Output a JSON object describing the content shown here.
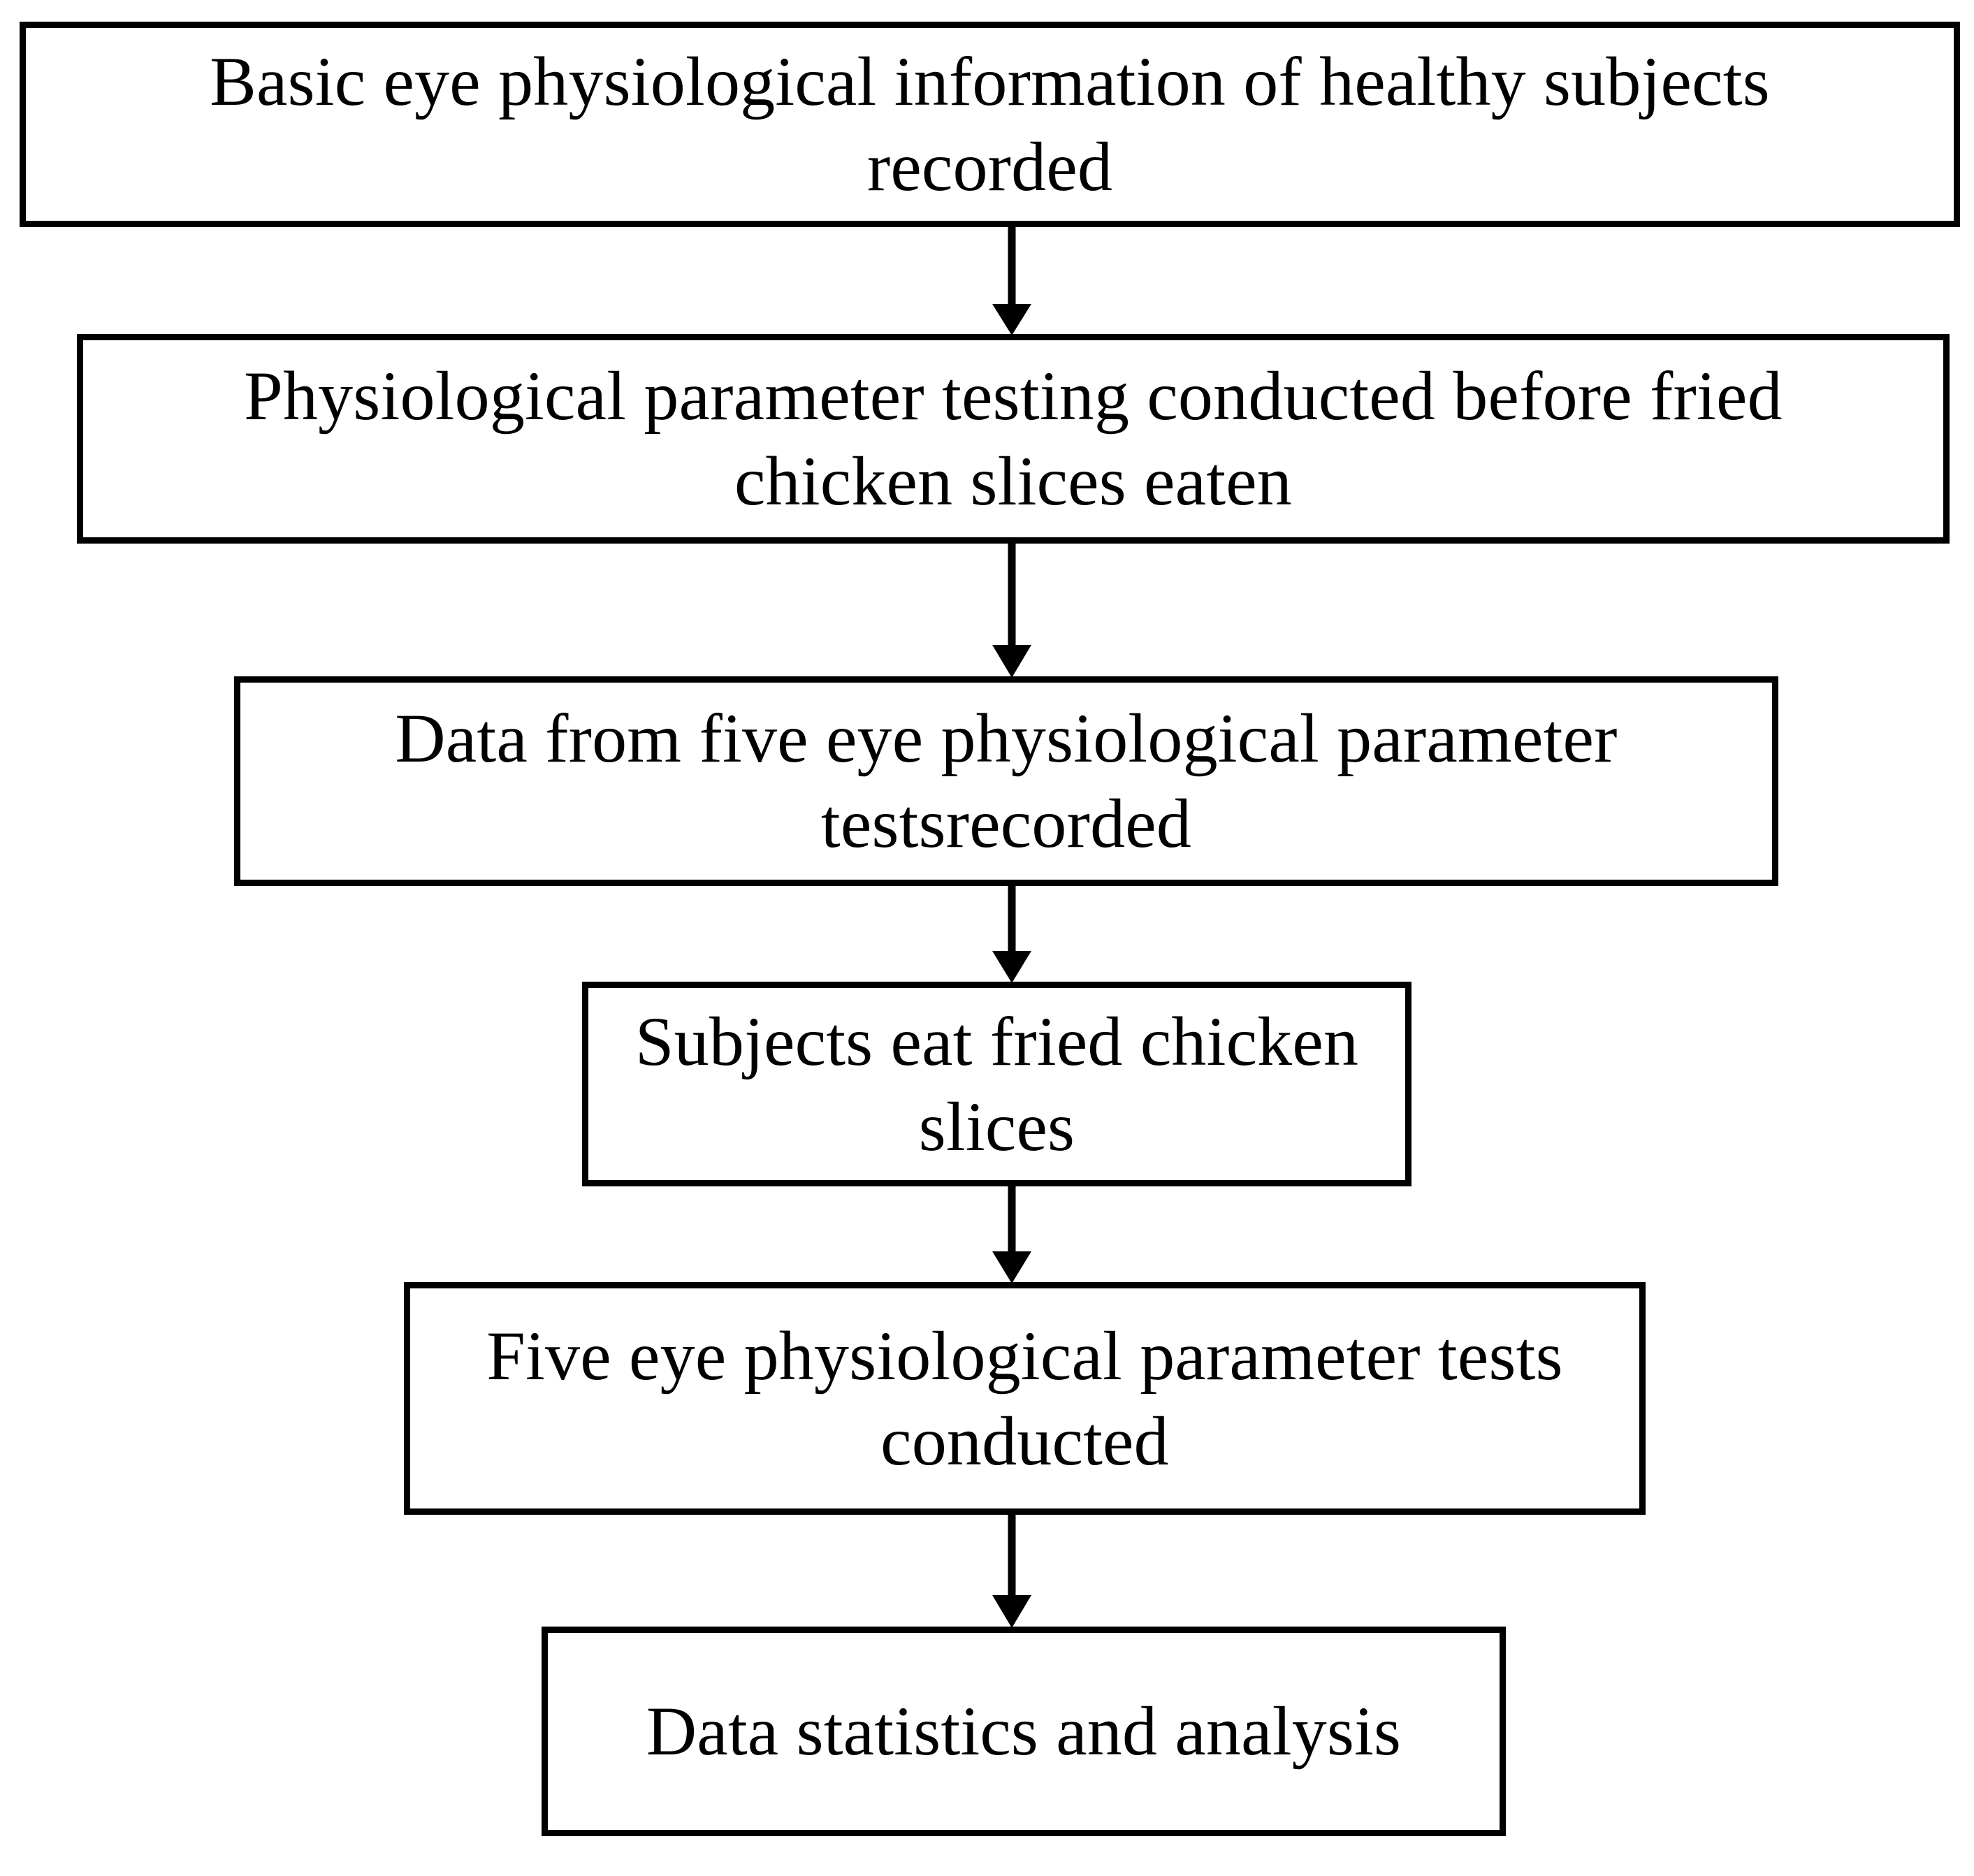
{
  "diagram": {
    "type": "flowchart",
    "orientation": "top-to-bottom",
    "background_color": "#ffffff",
    "line_color": "#000000",
    "text_color": "#000000",
    "nodes": [
      {
        "id": "node-1",
        "label": "Basic eye physiological information of healthy subjects recorded",
        "shape": "rectangle"
      },
      {
        "id": "node-2",
        "label": "Physiological parameter testing conducted before fried\nchicken slices eaten",
        "shape": "rectangle"
      },
      {
        "id": "node-3",
        "label": "Data from five eye physiological parameter\ntestsrecorded",
        "shape": "rectangle"
      },
      {
        "id": "node-4",
        "label": "Subjects eat fried chicken\nslices",
        "shape": "rectangle"
      },
      {
        "id": "node-5",
        "label": "Five eye physiological parameter tests\nconducted",
        "shape": "rectangle"
      },
      {
        "id": "node-6",
        "label": "Data statistics and analysis",
        "shape": "rectangle"
      }
    ],
    "edges": [
      {
        "id": "edge-1-2",
        "from": "node-1",
        "to": "node-2",
        "arrowhead": "solid-triangle"
      },
      {
        "id": "edge-2-3",
        "from": "node-2",
        "to": "node-3",
        "arrowhead": "solid-triangle"
      },
      {
        "id": "edge-3-4",
        "from": "node-3",
        "to": "node-4",
        "arrowhead": "solid-triangle"
      },
      {
        "id": "edge-4-5",
        "from": "node-4",
        "to": "node-5",
        "arrowhead": "solid-triangle"
      },
      {
        "id": "edge-5-6",
        "from": "node-5",
        "to": "node-6",
        "arrowhead": "solid-triangle"
      }
    ]
  }
}
